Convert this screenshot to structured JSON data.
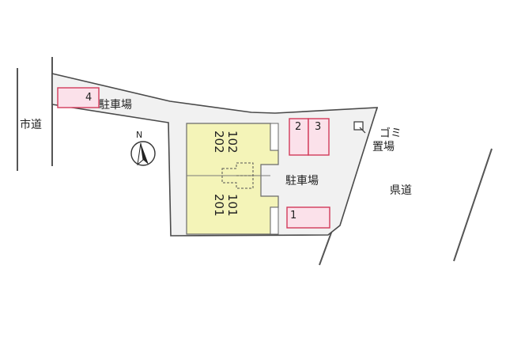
{
  "labels": {
    "parking_top": "駐車場",
    "parking_center": "駐車場",
    "city_road": "市道",
    "prefectural_road": "県道",
    "garbage_line1": "ゴミ",
    "garbage_line2": "置場",
    "north": "N"
  },
  "units": {
    "upper": [
      "202",
      "102"
    ],
    "lower": [
      "201",
      "101"
    ]
  },
  "parking_slots": [
    "1",
    "2",
    "3",
    "4"
  ],
  "colors": {
    "lot": "#f1f1f1",
    "outline": "#4a4a4a",
    "building": "#f4f4b8",
    "slot_fill": "#fbe1ea",
    "slot_border": "#d23a5a",
    "road_line": "#555555"
  },
  "icons": {
    "compass": "north-arrow-icon",
    "garbage": "garbage-box-icon"
  }
}
